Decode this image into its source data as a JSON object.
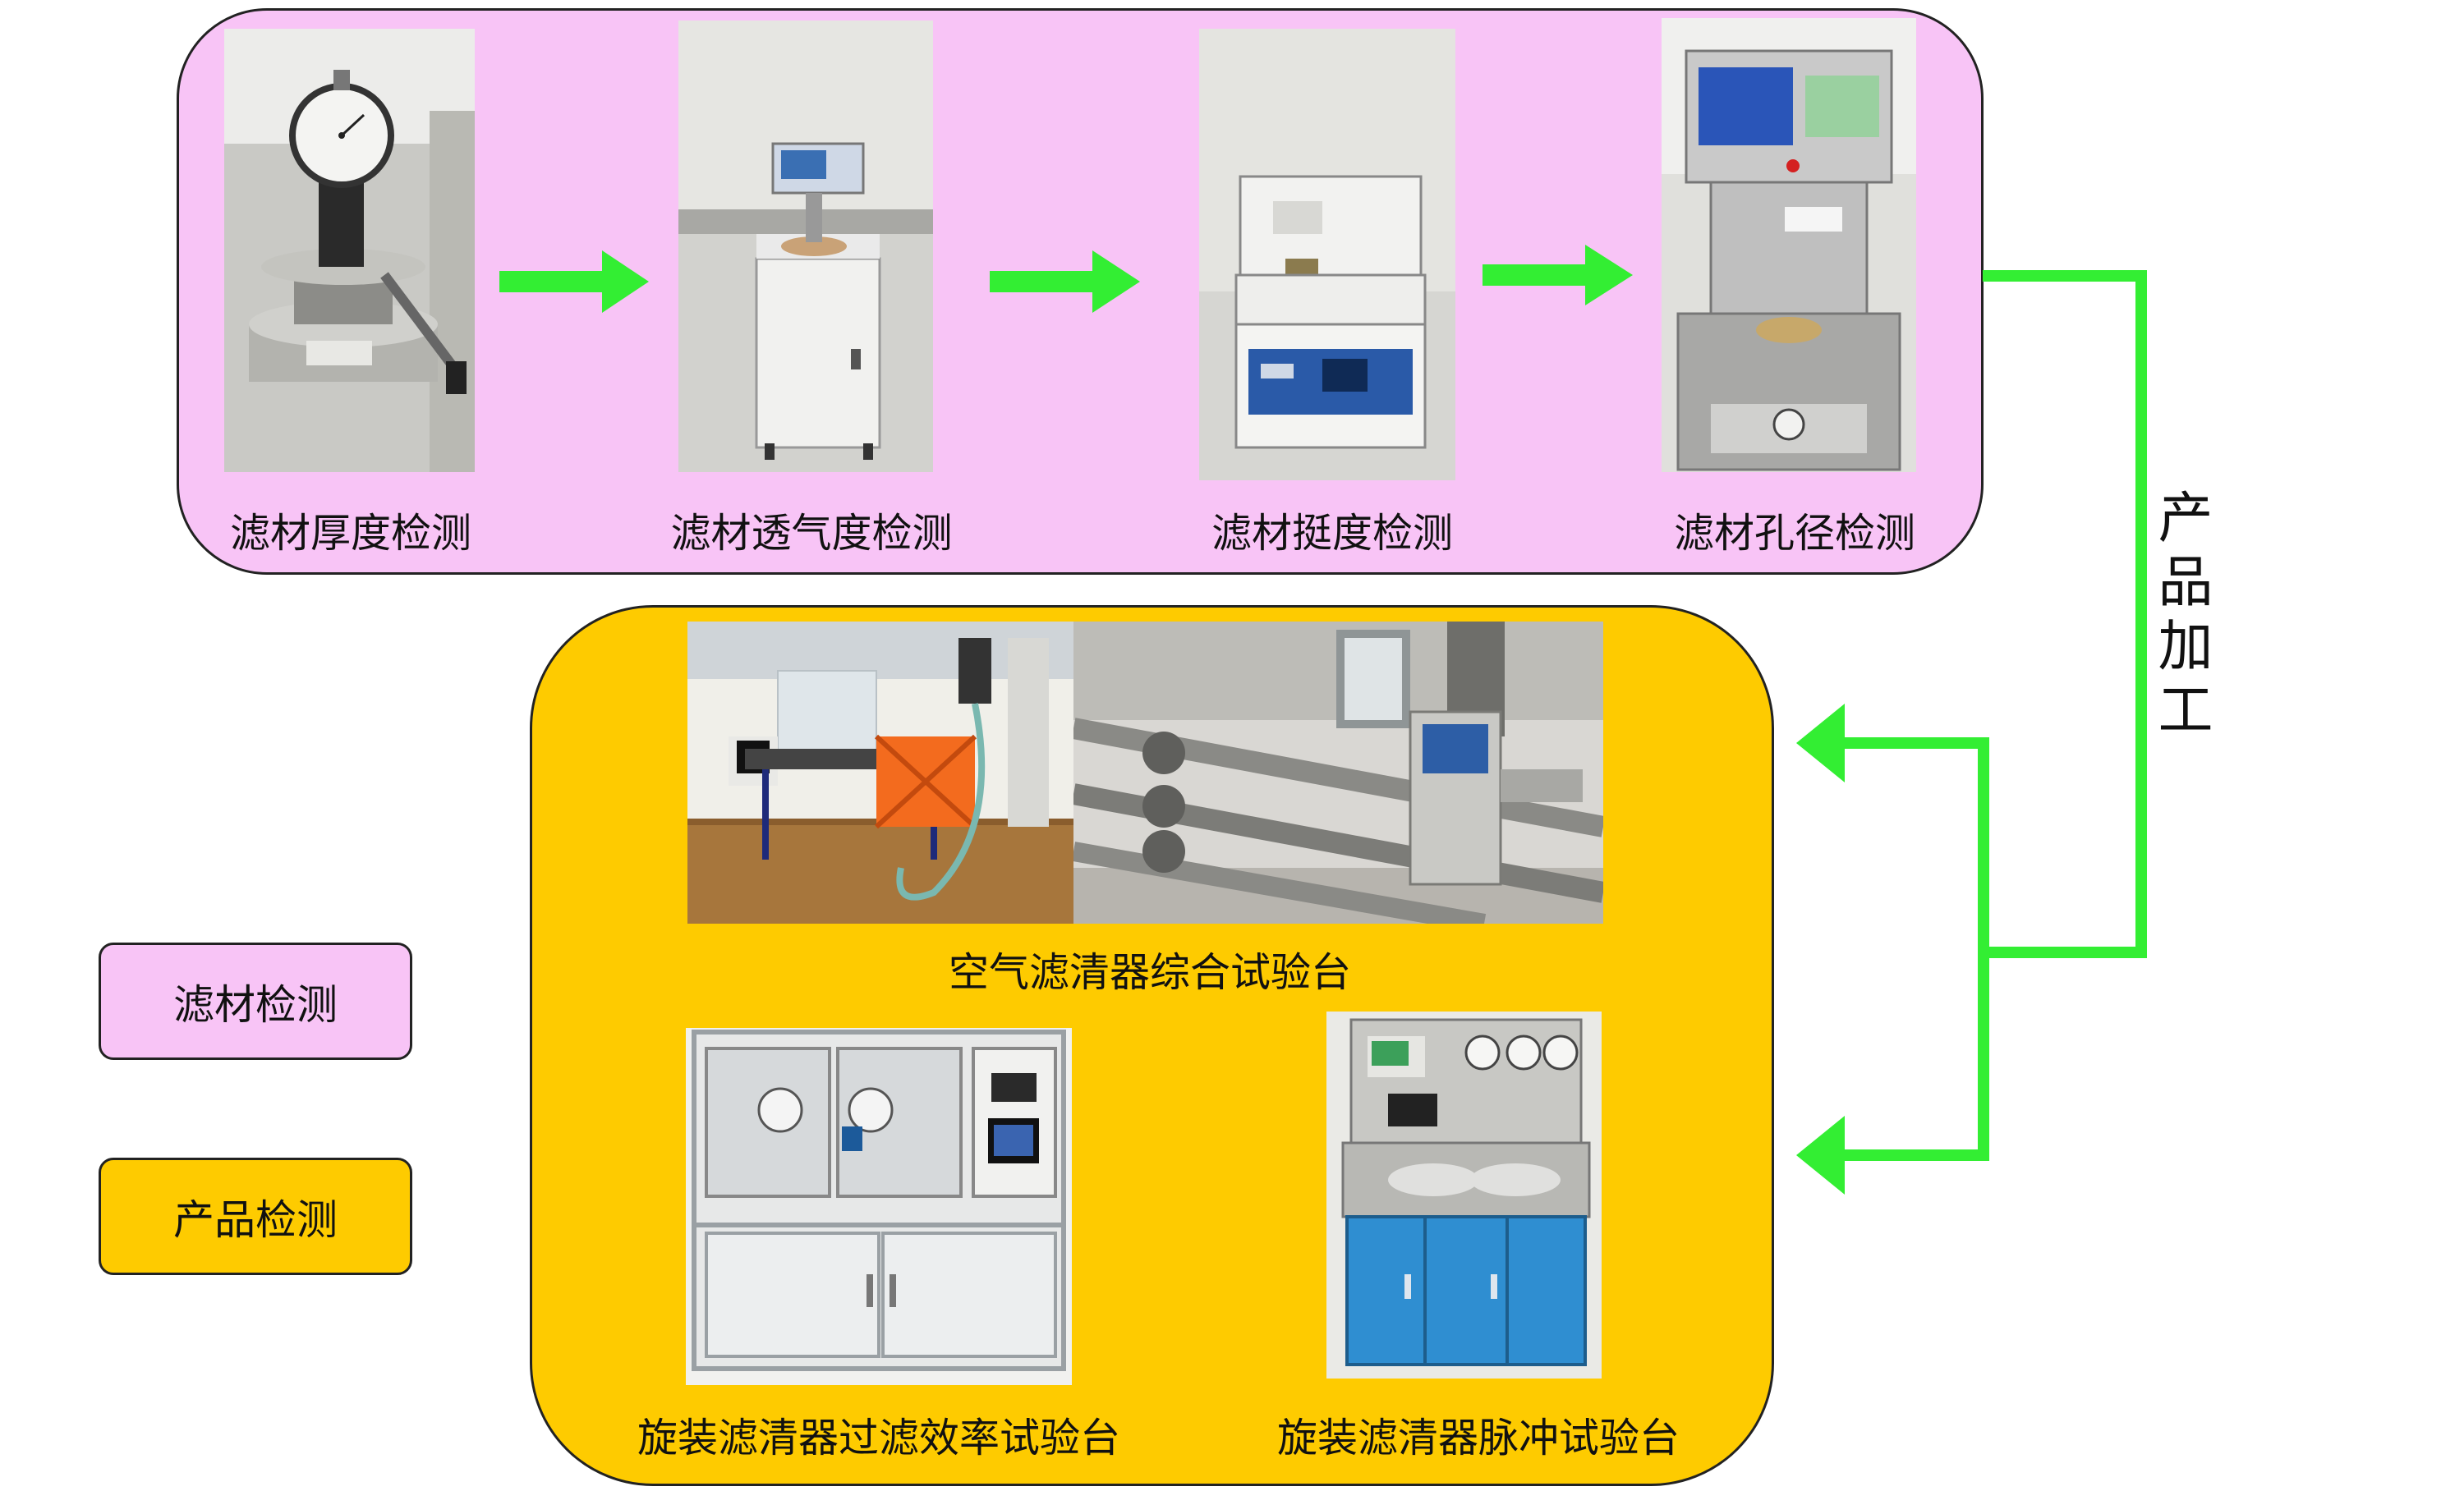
{
  "filter_section": {
    "steps": [
      {
        "label": "滤材厚度检测",
        "icon": "thickness-gauge"
      },
      {
        "label": "滤材透气度检测",
        "icon": "air-permeability-tester"
      },
      {
        "label": "滤材挺度检测",
        "icon": "stiffness-tester"
      },
      {
        "label": "滤材孔径检测",
        "icon": "pore-size-tester"
      }
    ]
  },
  "connector": {
    "label": "产\n品\n加\n工"
  },
  "product_section": {
    "items": [
      {
        "label": "空气滤清器综合试验台",
        "icon": "air-filter-test-bench"
      },
      {
        "label": "旋装滤清器过滤效率试验台",
        "icon": "spin-on-efficiency-test-bench"
      },
      {
        "label": "旋装滤清器脉冲试验台",
        "icon": "spin-on-pulse-test-bench"
      }
    ]
  },
  "legend": {
    "filter_label": "滤材检测",
    "product_label": "产品检测"
  },
  "colors": {
    "filter_bg": "#f8c4f6",
    "product_bg": "#fecb00",
    "arrow": "#33ee33"
  }
}
